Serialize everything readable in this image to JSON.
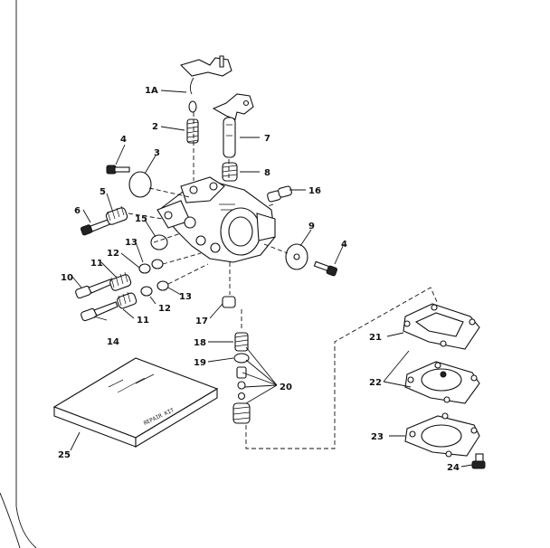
{
  "callouts": {
    "c1a": "1A",
    "c2": "2",
    "c3": "3",
    "c4a": "4",
    "c4b": "4",
    "c5": "5",
    "c6": "6",
    "c7": "7",
    "c8": "8",
    "c9": "9",
    "c10": "10",
    "c11a": "11",
    "c11b": "11",
    "c12a": "12",
    "c12b": "12",
    "c13a": "13",
    "c13b": "13",
    "c14": "14",
    "c15": "15",
    "c16": "16",
    "c17": "17",
    "c18": "18",
    "c19": "19",
    "c20": "20",
    "c21": "21",
    "c22": "22",
    "c23": "23",
    "c24": "24",
    "c25": "25"
  },
  "repair_kit_label": "REPAIR KIT"
}
